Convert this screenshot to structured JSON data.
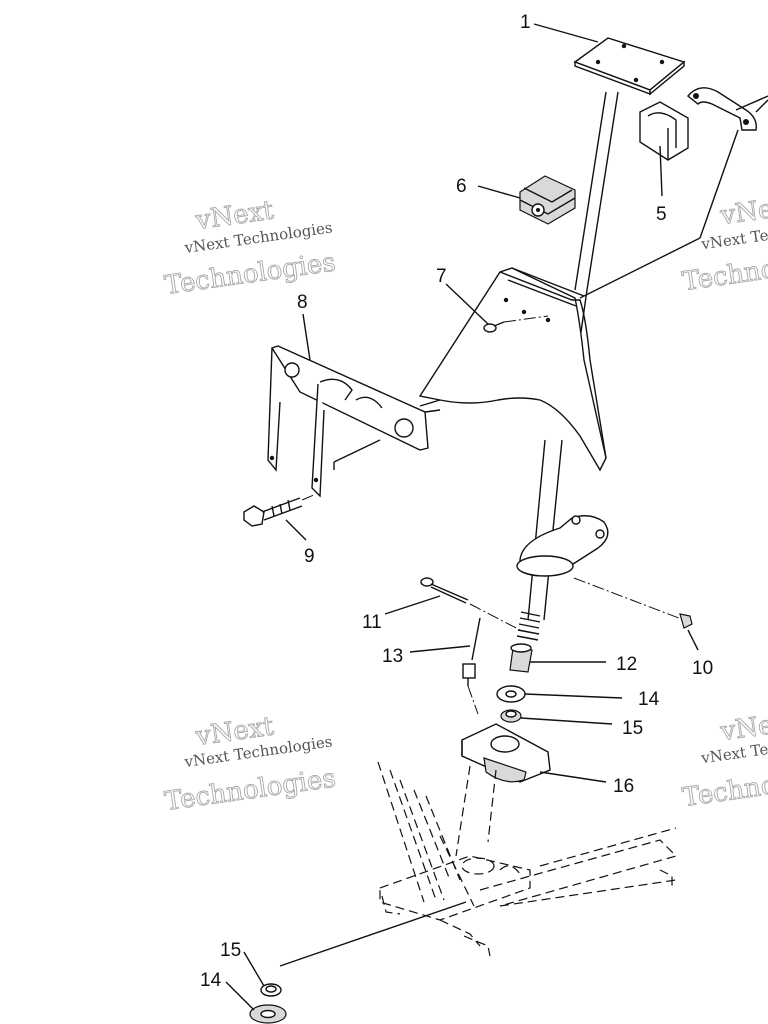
{
  "callouts": [
    {
      "id": "1",
      "label": "1"
    },
    {
      "id": "5",
      "label": "5"
    },
    {
      "id": "6",
      "label": "6"
    },
    {
      "id": "7",
      "label": "7"
    },
    {
      "id": "8",
      "label": "8"
    },
    {
      "id": "9",
      "label": "9"
    },
    {
      "id": "10",
      "label": "10"
    },
    {
      "id": "11",
      "label": "11"
    },
    {
      "id": "12",
      "label": "12"
    },
    {
      "id": "13",
      "label": "13"
    },
    {
      "id": "14a",
      "label": "14"
    },
    {
      "id": "15a",
      "label": "15"
    },
    {
      "id": "16",
      "label": "16"
    },
    {
      "id": "15b",
      "label": "15"
    },
    {
      "id": "14b",
      "label": "14"
    }
  ],
  "watermarks": [
    {
      "line1": "vNext",
      "line2": "vNext Technologies",
      "line3": "Technologies"
    },
    {
      "line1": "vNext",
      "line2": "vNext Technologies",
      "line3": "Technologies"
    },
    {
      "line1": "vNext",
      "line2": "vNext Technologies",
      "line3": "Technologies"
    },
    {
      "line1": "vNext",
      "line2": "vNext Technologies",
      "line3": "Technologies"
    }
  ]
}
